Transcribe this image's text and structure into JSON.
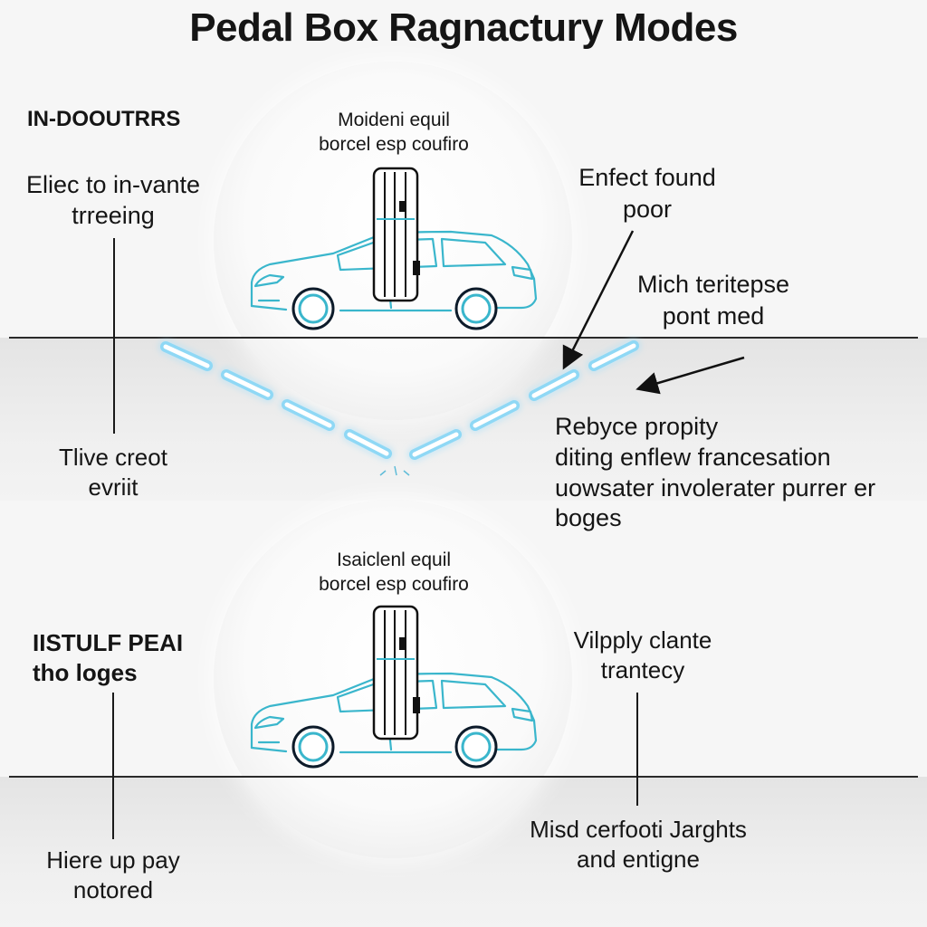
{
  "title": "Pedal Box Ragnactury Modes",
  "top": {
    "left_heading": "IN-DOOUTRRS",
    "left_label": [
      "Eliec to in-vante",
      "trreeing"
    ],
    "left_bottom_label": [
      "Tlive creot",
      "evriit"
    ],
    "car_caption": [
      "Moideni equil",
      "borcel esp coufiro"
    ],
    "right_label_1": [
      "Enfect found",
      "poor"
    ],
    "right_label_2": [
      "Mich teritepse",
      "pont med"
    ],
    "right_label_3": [
      "Rebyce propity",
      "diting enflew francesation",
      "uowsater involerater purrer er",
      "boges"
    ]
  },
  "bottom": {
    "left_heading": [
      "IISTULF PEAI",
      "tho loges"
    ],
    "left_bottom_label": [
      "Hiere up pay",
      "notored"
    ],
    "car_caption": [
      "Isaiclenl equil",
      "borcel esp coufiro"
    ],
    "right_label_1": [
      "Vilpply clante",
      "trantecy"
    ],
    "right_label_2": [
      "Misd cerfooti Jarghts",
      "and entigne"
    ]
  },
  "colors": {
    "car_outline": "#3ab6cc",
    "glow": "#8fd8f5",
    "line": "#1a1a1a"
  }
}
